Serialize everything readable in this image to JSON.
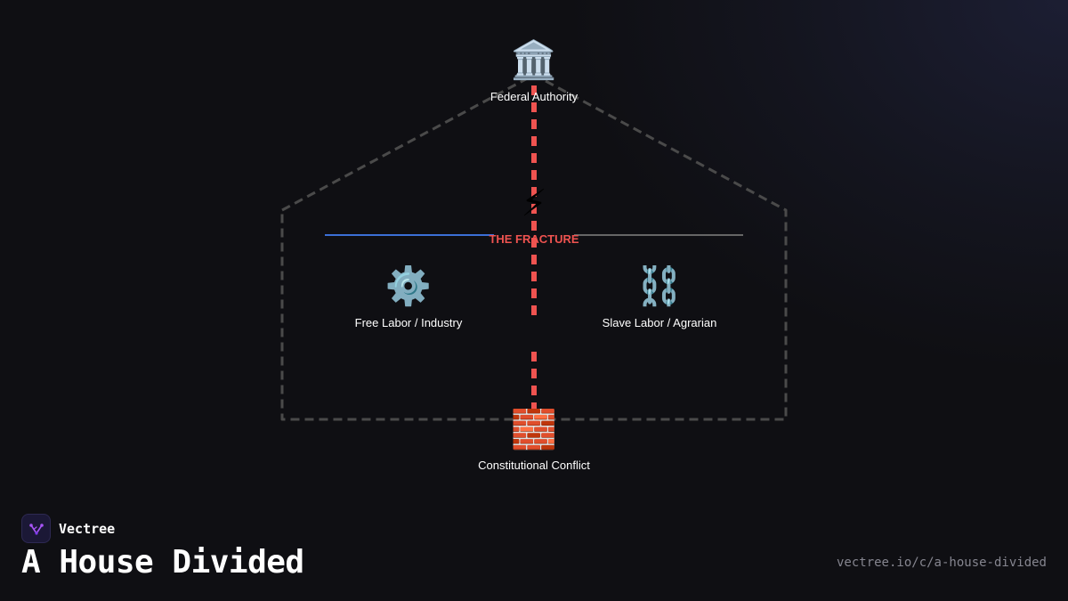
{
  "brand": {
    "name": "Vectree",
    "logo_icon": "vectree-logo-icon",
    "accent": "#a855f7"
  },
  "title": "A House Divided",
  "url": "vectree.io/c/a-house-divided",
  "colors": {
    "background": "#0f0f13",
    "house_outline": "#4a4a4a",
    "fracture": "#ef5350",
    "union_beam": "#3b6fd6",
    "confederate_beam": "#666666",
    "label": "#ffffff"
  },
  "diagram": {
    "nodes": [
      {
        "id": "federal",
        "label": "Federal Authority",
        "icon": "classical-building-icon",
        "glyph": "🏛️"
      },
      {
        "id": "fracture",
        "label": "THE FRACTURE",
        "icon": "lightning-icon",
        "glyph": "⚡"
      },
      {
        "id": "free",
        "label": "Free Labor / Industry",
        "icon": "gear-icon",
        "glyph": "⚙️"
      },
      {
        "id": "slave",
        "label": "Slave Labor / Agrarian",
        "icon": "chains-icon",
        "glyph": "⛓️"
      },
      {
        "id": "constitution",
        "label": "Constitutional Conflict",
        "icon": "brick-wall-icon",
        "glyph": "🧱"
      }
    ]
  }
}
